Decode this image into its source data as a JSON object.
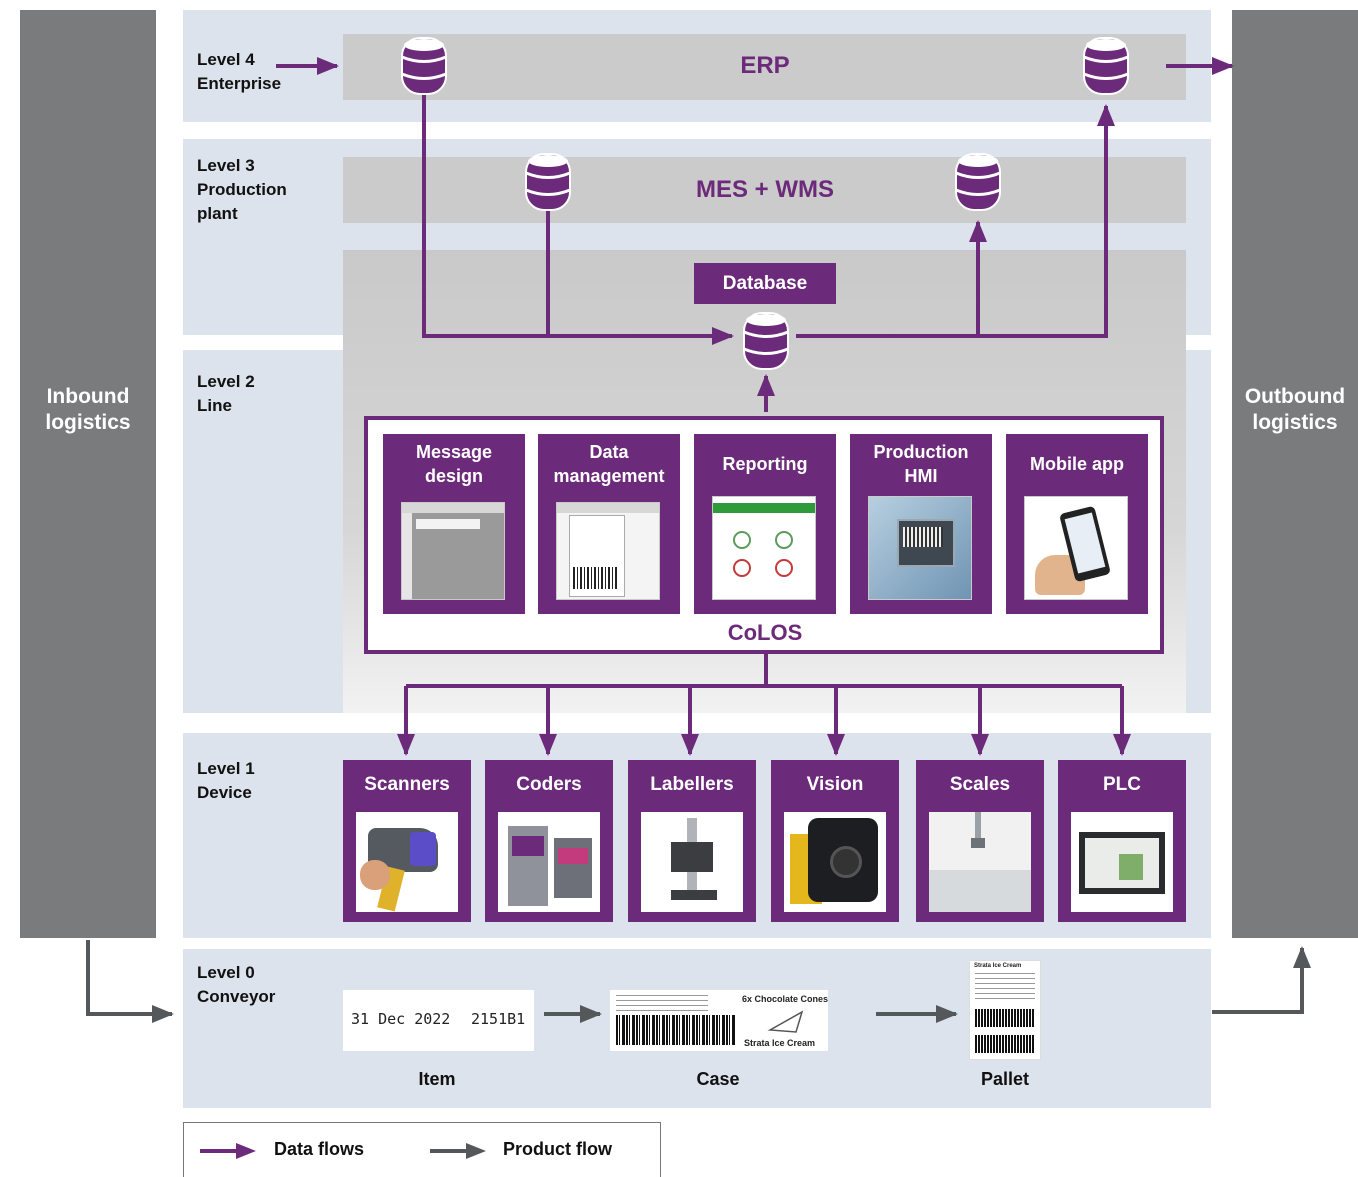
{
  "side": {
    "inbound": [
      "Inbound",
      "logistics"
    ],
    "outbound": [
      "Outbound",
      "logistics"
    ]
  },
  "levels": {
    "l4": [
      "Level 4",
      "Enterprise"
    ],
    "l3": [
      "Level 3",
      "Production",
      "plant"
    ],
    "l2": [
      "Level 2",
      "Line"
    ],
    "l1": [
      "Level 1",
      "Device"
    ],
    "l0": [
      "Level 0",
      "Conveyor"
    ]
  },
  "systems": {
    "erp": "ERP",
    "mes": "MES + WMS",
    "database": "Database",
    "colos": "CoLOS"
  },
  "modules": [
    {
      "lines": [
        "Message",
        "design"
      ]
    },
    {
      "lines": [
        "Data",
        "management"
      ]
    },
    {
      "lines": [
        "Reporting"
      ]
    },
    {
      "lines": [
        "Production",
        "HMI"
      ]
    },
    {
      "lines": [
        "Mobile app"
      ]
    }
  ],
  "devices": [
    "Scanners",
    "Coders",
    "Labellers",
    "Vision",
    "Scales",
    "PLC"
  ],
  "conveyor": {
    "item_code": "31 Dec 2022",
    "item_lot": "2151B1",
    "case_title": "6x Chocolate Cones",
    "case_brand": "Strata Ice Cream",
    "pallet_title": "Strata Ice Cream",
    "captions": [
      "Item",
      "Case",
      "Pallet"
    ]
  },
  "legend": {
    "data": "Data flows",
    "product": "Product flow"
  },
  "colors": {
    "purple": "#6c2a7a",
    "band": "#dde3ec",
    "gray_bar": "#cbcbcb",
    "side": "#7a7b7d",
    "product_arrow": "#55585b"
  }
}
